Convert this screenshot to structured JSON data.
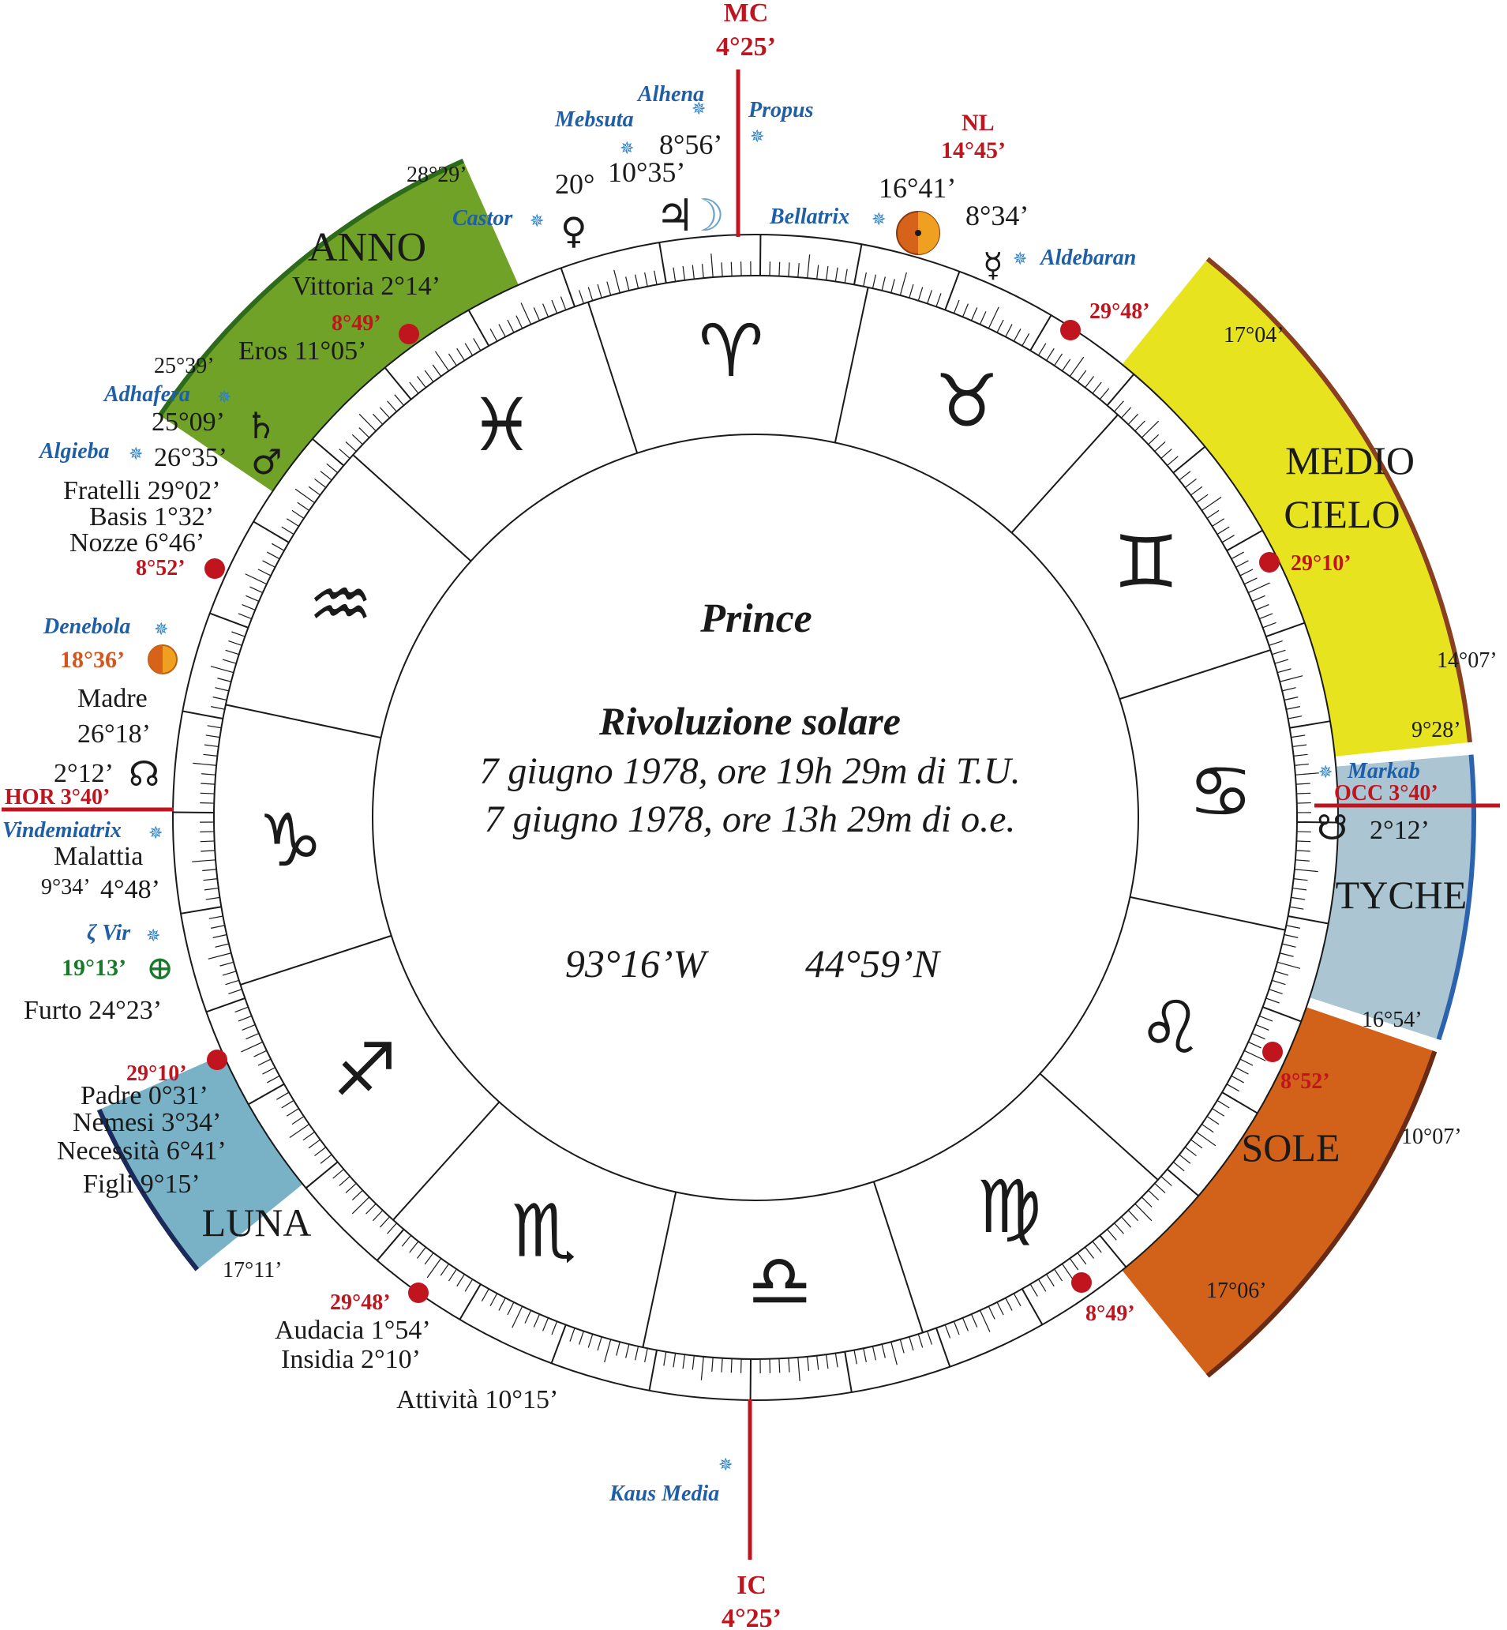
{
  "chart_data": {
    "type": "diagram",
    "title": "Prince",
    "subtitle": "Rivoluzione solare",
    "date_lines": [
      "7 giugno 1978, ore 19h 29m di T.U.",
      "7 giugno 1978, ore 13h 29m di o.e."
    ],
    "longitude": "93°16’W",
    "latitude": "44°59’N",
    "axes": {
      "mc": {
        "label": "MC",
        "degree": "4°25’"
      },
      "ic": {
        "label": "IC",
        "degree": "4°25’"
      },
      "hor": "HOR 3°40’",
      "occ": "OCC 3°40’"
    },
    "signs": [
      "taurus",
      "gemini",
      "cancer",
      "leo",
      "virgo",
      "libra",
      "scorpio",
      "sagittarius",
      "capricorn",
      "aquarius",
      "pisces",
      "aries"
    ],
    "sign_glyphs": [
      "♉",
      "♊",
      "♋",
      "♌",
      "♍",
      "♎",
      "♏",
      "♐",
      "♑",
      "♒",
      "♓",
      "♈"
    ],
    "colors": {
      "anno": "#6fa227",
      "medio_cielo": "#e7e41f",
      "tyche": "#abc6d2",
      "sole": "#d2611a",
      "luna": "#79b2c6",
      "axis": "#c0141e",
      "star_label": "#1f5fa8",
      "cusp_dot": "#c0141e"
    },
    "sectors": [
      {
        "name": "ANNO",
        "start": "25°39’",
        "end": "28°29’"
      },
      {
        "name_lines": [
          "MEDIO",
          "CIELO"
        ],
        "start": "17°04’",
        "end": "14°07’"
      },
      {
        "name": "TYCHE",
        "start": "9°28’",
        "end": "16°54’"
      },
      {
        "name": "SOLE",
        "start": "17°06’",
        "end": "10°07’"
      },
      {
        "name": "LUNA",
        "start": "9°34’",
        "end": "17°11’"
      }
    ],
    "cusp_labels": [
      "29°48’",
      "29°10’",
      "8°52’",
      "8°49’",
      "29°48’",
      "29°10’",
      "8°52’",
      "8°49’"
    ],
    "fixed_stars": [
      "Alhena",
      "Mebsuta",
      "Propus",
      "Castor",
      "Bellatrix",
      "Aldebaran",
      "Adhafera",
      "Algieba",
      "Denebola",
      "Vindemiatrix",
      "ζ Vir",
      "Markab",
      "Kaus Media"
    ],
    "planet_degrees": {
      "venus": "20°",
      "jupiter": "10°35’",
      "moon": "8°56’",
      "sun": "16°41’",
      "mercury": "8°34’",
      "saturn": "25°09’",
      "mars": "26°35’",
      "node_left": "2°12’",
      "node_right": "2°12’",
      "sun_left": "18°36’",
      "fortuna": "19°13’",
      "nl": "NL",
      "nl_degree": "14°45’"
    },
    "lots": [
      "Vittoria 2°14’",
      "Eros 11°05’",
      "Fratelli 29°02’",
      "Basis 1°32’",
      "Nozze 6°46’",
      "Madre",
      "26°18’",
      "Malattia",
      "4°48’",
      "Furto 24°23’",
      "Padre 0°31’",
      "Nemesi 3°34’",
      "Necessità 6°41’",
      "Figli 9°15’",
      "Audacia 1°54’",
      "Insidia 2°10’",
      "Attività 10°15’"
    ]
  },
  "icons": {
    "star": "star-icon",
    "venus": "venus-icon",
    "jupiter": "jupiter-icon",
    "moon": "moon-icon",
    "sun": "sun-icon",
    "mercury": "mercury-icon",
    "saturn": "saturn-icon",
    "mars": "mars-icon",
    "node": "node-icon",
    "fortuna": "fortuna-icon"
  },
  "glyphs": {
    "venus": "♀",
    "jupiter": "♃",
    "moon": "☽",
    "mercury": "☿",
    "saturn": "♄",
    "mars": "♂",
    "north_node": "☊",
    "south_node": "☋",
    "fortuna": "⊕"
  }
}
